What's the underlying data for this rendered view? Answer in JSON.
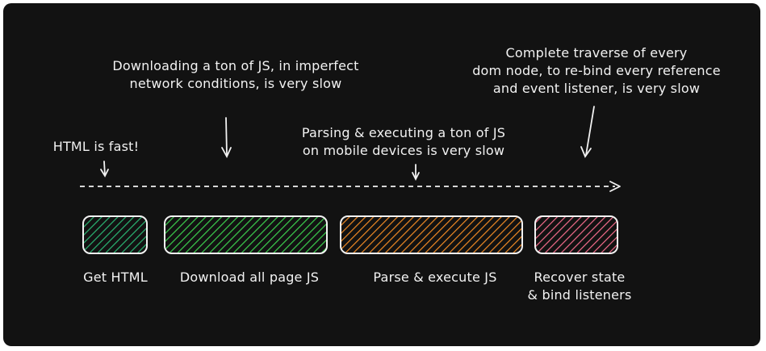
{
  "annotations": {
    "html_fast": "HTML is fast!",
    "download_slow": "Downloading a ton of JS, in imperfect\nnetwork conditions, is very slow",
    "parse_slow": "Parsing & executing a ton of JS\non mobile devices is very slow",
    "traverse_slow": "Complete traverse of every\ndom node, to re-bind every reference\nand event listener, is very slow"
  },
  "stages": [
    {
      "label": "Get HTML",
      "color": "#2bb673"
    },
    {
      "label": "Download all page JS",
      "color": "#3ccf4e"
    },
    {
      "label": "Parse & execute JS",
      "color": "#f08a24"
    },
    {
      "label": "Recover state\n& bind listeners",
      "color": "#f26c8a"
    }
  ],
  "colors": {
    "background": "#121212",
    "foreground": "#f2f2f2"
  }
}
